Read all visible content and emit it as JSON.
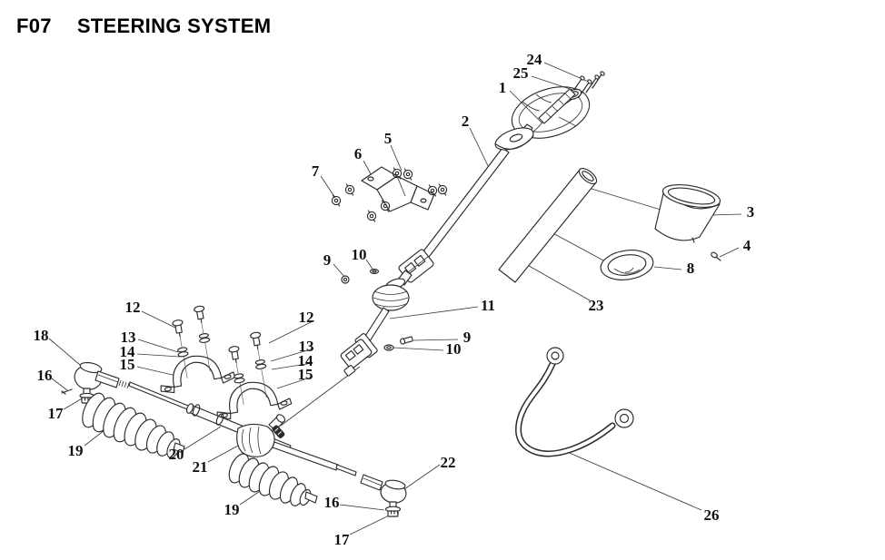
{
  "page": {
    "title_code": "F07",
    "title_text": "STEERING SYSTEM"
  },
  "colors": {
    "background": "#ffffff",
    "line": "#2b2b2b",
    "text": "#111111"
  },
  "diagram": {
    "type": "exploded-parts-diagram",
    "callouts": [
      "24",
      "25",
      "1",
      "2",
      "5",
      "6",
      "7",
      "9",
      "10",
      "11",
      "9",
      "10",
      "3",
      "4",
      "8",
      "23",
      "12",
      "13",
      "14",
      "15",
      "12",
      "13",
      "14",
      "15",
      "18",
      "16",
      "17",
      "19",
      "20",
      "21",
      "19",
      "16",
      "17",
      "22",
      "26"
    ]
  }
}
